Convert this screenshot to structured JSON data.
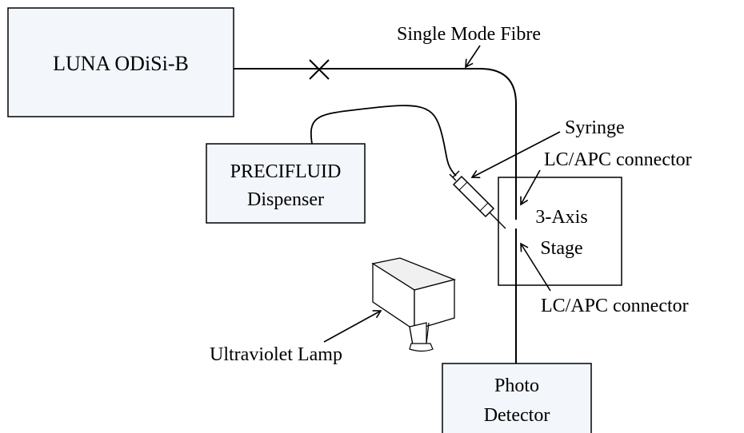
{
  "diagram": {
    "boxes": {
      "luna": "LUNA ODiSi-B",
      "dispenser_line1": "PRECIFLUID",
      "dispenser_line2": "Dispenser",
      "stage_line1": "3-Axis",
      "stage_line2": "Stage",
      "detector_line1": "Photo",
      "detector_line2": "Detector"
    },
    "labels": {
      "fibre": "Single Mode Fibre",
      "syringe": "Syringe",
      "connector_top": "LC/APC connector",
      "connector_bottom": "LC/APC connector",
      "lamp": "Ultraviolet Lamp"
    },
    "colors": {
      "box_fill": "#f3f6fb",
      "line": "#000000",
      "lamp_front": "#ffffff",
      "lamp_side": "#f0f0f0"
    }
  }
}
